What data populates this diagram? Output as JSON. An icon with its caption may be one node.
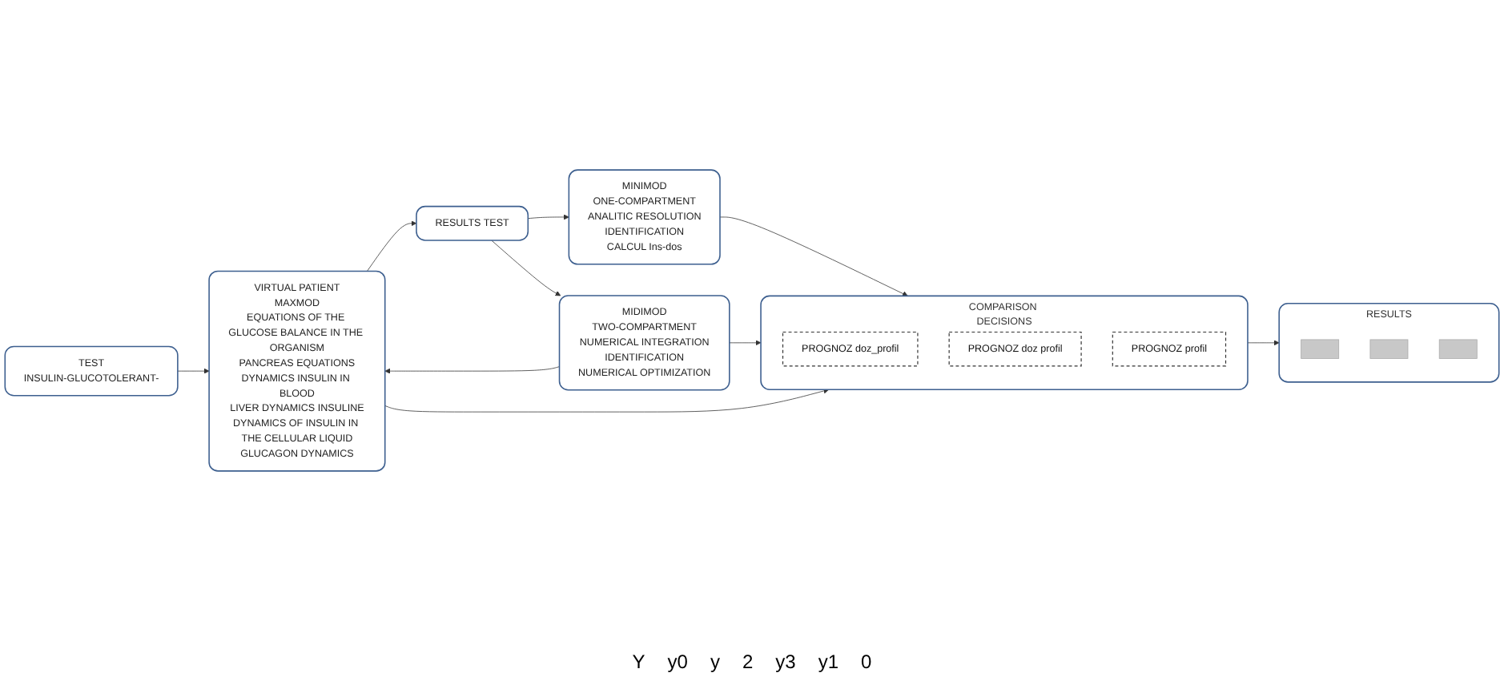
{
  "diagram": {
    "nodes": [
      {
        "text": [
          "TEST",
          "INSULIN-GLUCOTOLERANT-"
        ]
      },
      {
        "text": [
          "VIRTUAL PATIENT",
          "MAXMOD",
          "EQUATIONS OF THE GLUCOSE BALANCE IN THE ORGANISM",
          "PANCREAS EQUATIONS",
          "DYNAMICS INSULIN IN BLOOD",
          "LIVER DYNAMICS INSULINE",
          "DYNAMICS OF INSULIN IN THE CELLULAR LIQUID",
          "GLUCAGON DYNAMICS"
        ]
      },
      {
        "text": [
          "RESULTS TEST"
        ]
      },
      {
        "text": [
          "MINIMOD",
          "ONE-COMPARTMENT",
          "ANALITIC RESOLUTION",
          "IDENTIFICATION",
          "CALCUL Ins-dos"
        ]
      },
      {
        "text": [
          "MIDIMOD",
          "TWO-COMPARTMENT",
          "NUMERICAL INTEGRATION",
          "IDENTIFICATION",
          "NUMERICAL OPTIMIZATION"
        ]
      },
      {
        "text": [
          "COMPARISON DECISIONS"
        ]
      },
      {
        "text": [
          "PROGNOZ doz_profil"
        ],
        "in": 5
      },
      {
        "text": [
          "PROGNOZ doz profil"
        ],
        "in": 5
      },
      {
        "text": [
          "PROGNOZ profil"
        ],
        "in": 5
      },
      {
        "text": [
          "RESULTS"
        ]
      },
      {
        "text": [],
        "shape": "box",
        "in": 9
      },
      {
        "text": [],
        "shape": "box",
        "in": 9
      },
      {
        "text": [],
        "shape": "box",
        "in": 9
      }
    ],
    "edges": [
      {
        "from": 0,
        "to": 1,
        "arrow": "to"
      },
      {
        "from": 1,
        "to": 2,
        "arrow": "to"
      },
      {
        "from": 2,
        "to": 3,
        "arrow": "to"
      },
      {
        "from": 2,
        "to": 4,
        "arrow": "to"
      },
      {
        "from": 3,
        "to": 5,
        "arrow": "to"
      },
      {
        "from": 4,
        "to": 5,
        "arrow": "to"
      },
      {
        "from": 4,
        "to": 1,
        "arrow": "to"
      },
      {
        "from": 1,
        "to": 5,
        "arrow": "to"
      },
      {
        "from": 5,
        "to": 9,
        "arrow": "to"
      }
    ],
    "labels": [
      "Y",
      "y0",
      "y",
      "2",
      "y3",
      "y1",
      "0"
    ]
  }
}
